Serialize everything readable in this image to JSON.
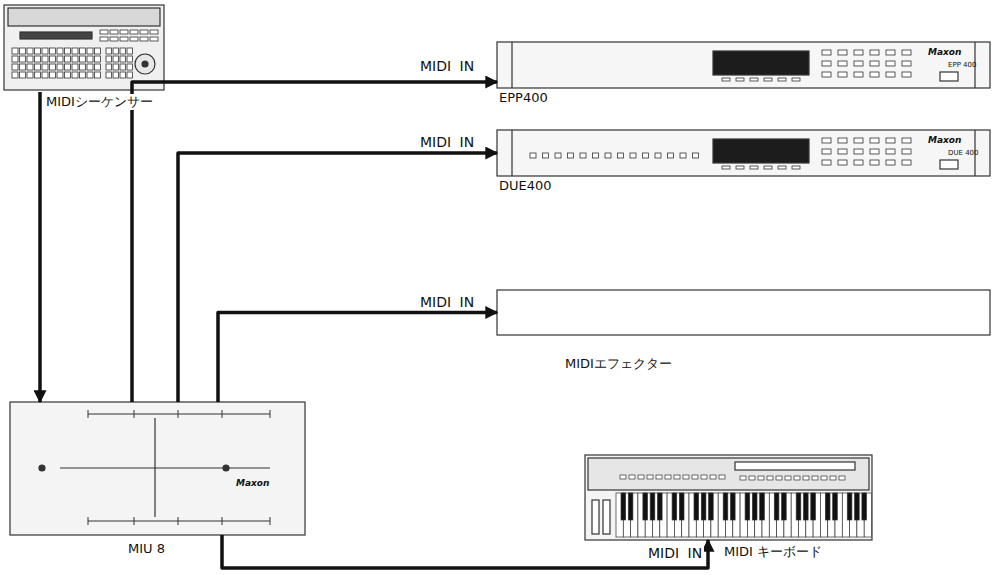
{
  "diagram": {
    "nodes": [
      {
        "text": [
          "MIDIシーケンサー"
        ]
      },
      {
        "text": [
          "EPP400"
        ]
      },
      {
        "text": [
          "DUE400"
        ]
      },
      {
        "text": [
          "MIDIエフェクター"
        ]
      },
      {
        "text": [
          "MIU 8"
        ]
      },
      {
        "text": [
          "MIDI キーボード"
        ]
      }
    ],
    "edges": [
      {
        "from": 0,
        "to": 4,
        "arrow": "to"
      },
      {
        "from": 4,
        "to": 1,
        "label": "MIDI IN",
        "arrow": "to"
      },
      {
        "from": 4,
        "to": 2,
        "label": "MIDI IN",
        "arrow": "to"
      },
      {
        "from": 4,
        "to": 3,
        "label": "MIDI IN",
        "arrow": "to"
      },
      {
        "from": 4,
        "to": 5,
        "label": "MIDI IN",
        "arrow": "to"
      }
    ],
    "labels": [
      "Maxon",
      "EPP 400",
      "Maxon",
      "DUE 400",
      "Maxon"
    ]
  }
}
